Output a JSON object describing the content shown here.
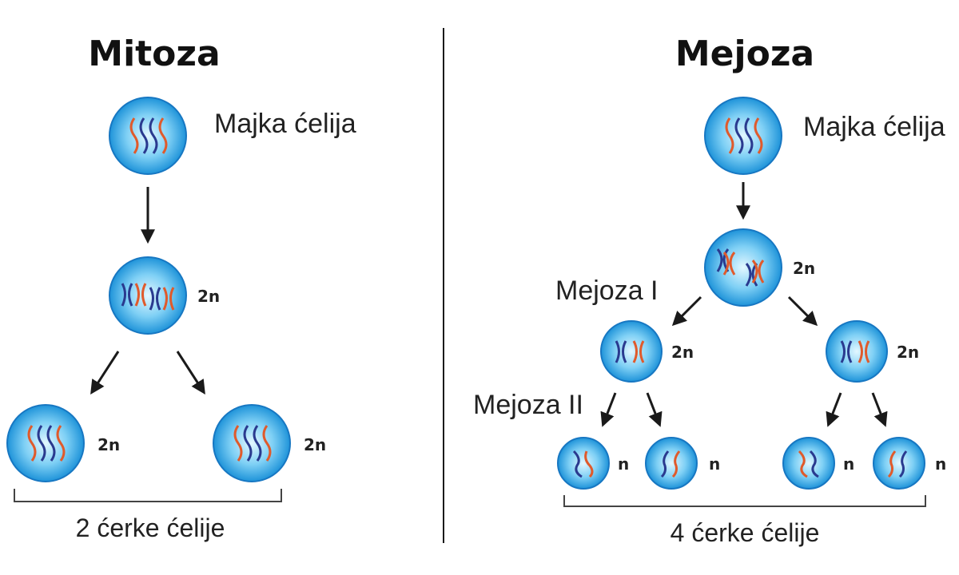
{
  "mitosis": {
    "title": "Mitoza",
    "mother_label": "Majka ćelija",
    "mid_ploidy": "2n",
    "daughter_left_ploidy": "2n",
    "daughter_right_ploidy": "2n",
    "summary": "2 ćerke ćelije"
  },
  "meiosis": {
    "title": "Mejoza",
    "mother_label": "Majka ćelija",
    "stage1_label": "Mejoza I",
    "stage2_label": "Mejoza II",
    "top_ploidy": "2n",
    "mid_left_ploidy": "2n",
    "mid_right_ploidy": "2n",
    "gamete_1_ploidy": "n",
    "gamete_2_ploidy": "n",
    "gamete_3_ploidy": "n",
    "gamete_4_ploidy": "n",
    "summary": "4 ćerke ćelije"
  },
  "colors": {
    "cell_center": "#d6f3ff",
    "cell_edge": "#1b8fd8",
    "cell_outline": "#1777c2",
    "chromosome_blue": "#2a3a8f",
    "chromosome_red": "#e05a2b",
    "arrow": "#1a1a1a",
    "divider": "#1a1a1a"
  }
}
